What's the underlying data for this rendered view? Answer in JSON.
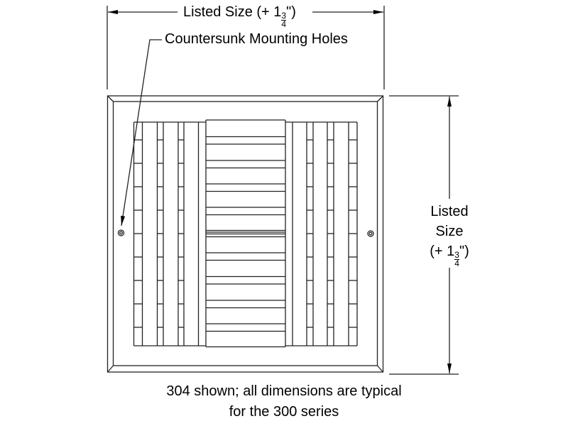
{
  "dimensions": {
    "width_label": "Listed Size (+ 1",
    "width_frac_num": "3",
    "width_frac_den": "4",
    "width_suffix": "\")",
    "height_label_line1": "Listed",
    "height_label_line2": "Size",
    "height_label_line3_prefix": "(+ 1",
    "height_frac_num": "3",
    "height_frac_den": "4",
    "height_suffix": "\")"
  },
  "callout": "Countersunk Mounting Holes",
  "caption": {
    "line1": "304 shown; all dimensions are typical",
    "line2": "for the 300 series"
  }
}
